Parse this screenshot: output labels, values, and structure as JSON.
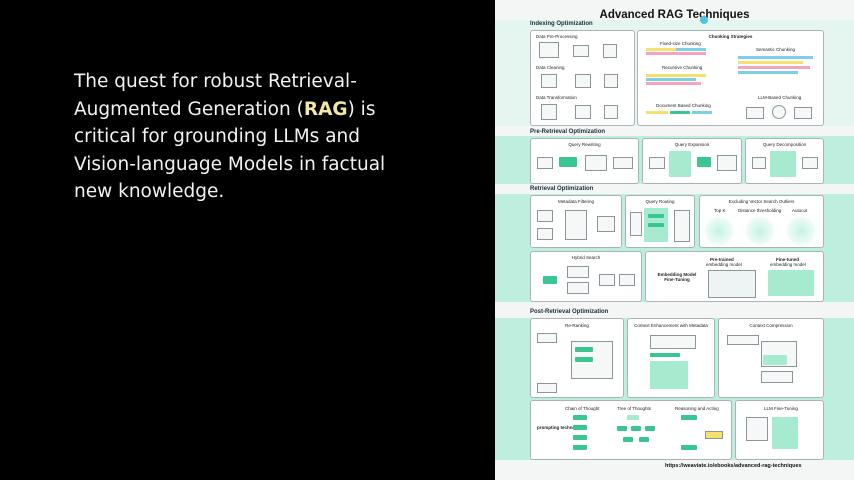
{
  "slide": {
    "text_before": "The quest for robust Retrieval-Augmented Generation (",
    "highlight": "RAG",
    "text_after": ") is critical for grounding LLMs and Vision-language Models in factual new knowledge."
  },
  "poster": {
    "title": "Advanced RAG Techniques",
    "url": "https://weaviate.io/ebooks/advanced-rag-techniques",
    "sections": {
      "indexing": "Indexing Optimization",
      "pre_retrieval": "Pre-Retrieval Optimization",
      "retrieval": "Retrieval Optimization",
      "post_retrieval": "Post-Retrieval Optimization"
    },
    "indexing": {
      "data_preprocessing": "Data Pre-Processing",
      "data_cleaning": "Data Cleaning",
      "data_transformation": "Data Transformation",
      "chunking_strategies": "Chunking Strategies",
      "fixed_size": "Fixed-size Chunking",
      "semantic": "Semantic Chunking",
      "recursive": "Recursive Chunking",
      "document_based": "Document Based Chunking",
      "llm_based": "LLM-Based Chunking"
    },
    "pre_retrieval": {
      "query_rewriting": "Query Rewriting",
      "query_expansion": "Query Expansion",
      "query_decomposition": "Query Decomposition"
    },
    "retrieval": {
      "metadata_filtering": "Metadata Filtering",
      "query_routing": "Query Routing",
      "excluding_outliers": "Excluding Vector Search Outliers",
      "top_k": "Top K",
      "distance_thresholding": "Distance thresholding",
      "autocut": "Autocut",
      "hybrid_search": "Hybrid Search",
      "pre_trained": "Pre-trained",
      "pre_trained_sub": "embedding model",
      "fine_tuned": "Fine-tuned",
      "fine_tuned_sub": "embedding model",
      "embedding_fine_tuning": "Embedding Model Fine-Tuning"
    },
    "post_retrieval": {
      "re_ranking": "Re-Ranking",
      "context_enhancement": "Context Enhancement with Metadata",
      "context_compression": "Context Compression",
      "chain_of_thought": "Chain of Thought",
      "tree_of_thoughts": "Tree of Thoughts",
      "reasoning_acting": "Reasoning and Acting",
      "prompting_techniques": "prompting techniques",
      "llm_fine_tuning": "LLM Fine-Tuning"
    }
  },
  "colors": {
    "accent_green": "#39c690",
    "band_green": "#bdeede",
    "highlight_yellow": "#f3e7a6"
  }
}
